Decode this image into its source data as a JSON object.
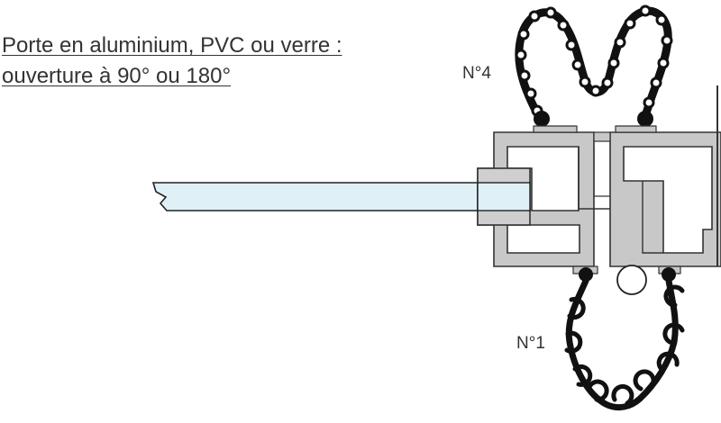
{
  "title": {
    "line1": "Porte en aluminium, PVC ou verre :",
    "line2": "ouverture à 90° ou 180°"
  },
  "labels": {
    "top_protector": "N°4",
    "bottom_protector": "N°1"
  },
  "colors": {
    "glass": "#dff0f7",
    "profile": "#c8c8c8",
    "chain": "#111111",
    "bead": "#ffffff",
    "text": "#333333"
  }
}
